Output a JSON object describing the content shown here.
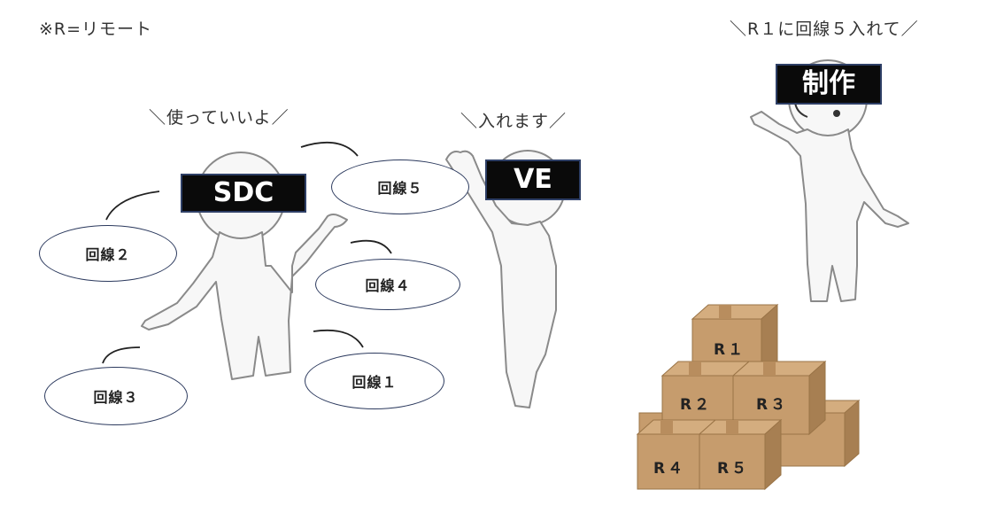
{
  "note": "※R=リモート",
  "speech": {
    "producer": "＼R１に回線５入れて／",
    "sdc": "＼使っていいよ／",
    "ve": "＼入れます／"
  },
  "roles": {
    "producer": "制作",
    "sdc": "SDC",
    "ve": "VE"
  },
  "lines": {
    "line1": "回線１",
    "line2": "回線２",
    "line3": "回線３",
    "line4": "回線４",
    "line5": "回線５"
  },
  "boxes": {
    "r1": "R１",
    "r2": "R２",
    "r3": "R３",
    "r4": "R４",
    "r5": "R５"
  },
  "colors": {
    "figure_fill": "#f7f7f7",
    "figure_stroke": "#8a8a8a",
    "box_fill": "#c69c6d",
    "box_dark": "#a77f52",
    "box_tape": "#b88d5e",
    "tag_bg": "#0a0a0a",
    "oval_border": "#2c3a5e"
  }
}
